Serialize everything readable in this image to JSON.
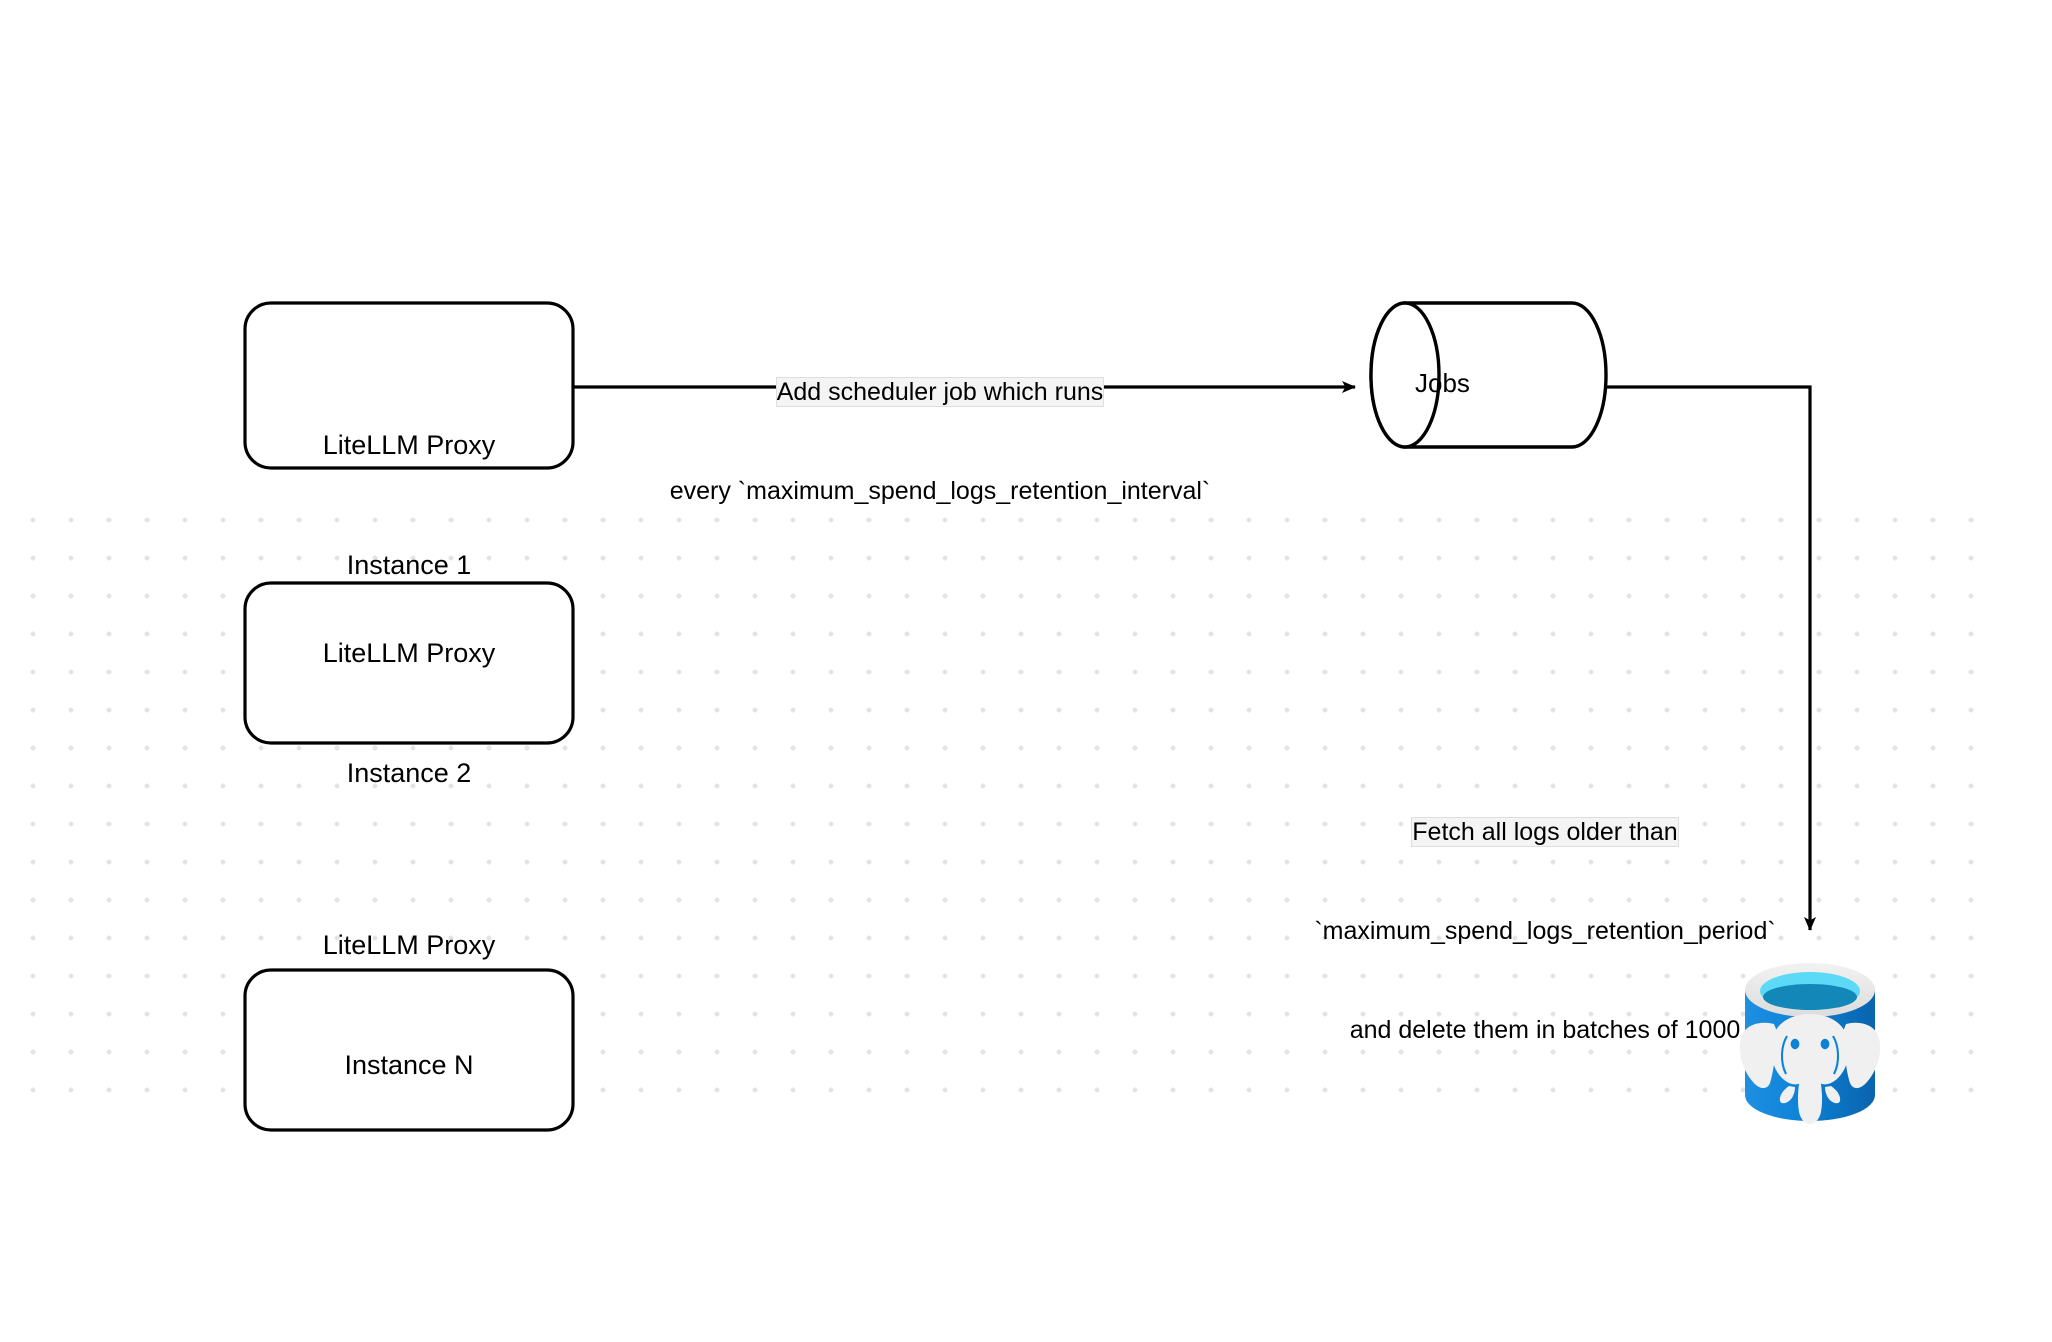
{
  "diagram": {
    "title": "LiteLLM spend logs retention scheduler flow",
    "background": "#ffffff",
    "stroke_color": "#000000",
    "nodes": [
      {
        "id": "proxy-1",
        "shape": "rounded-rectangle",
        "label_line1": "LiteLLM Proxy",
        "label_line2": "Instance 1"
      },
      {
        "id": "proxy-2",
        "shape": "rounded-rectangle",
        "label_line1": "LiteLLM Proxy",
        "label_line2": "Instance 2"
      },
      {
        "id": "proxy-n",
        "shape": "rounded-rectangle",
        "label_line1": "LiteLLM Proxy",
        "label_line2": "Instance N"
      },
      {
        "id": "jobs",
        "shape": "cylinder",
        "label": "Jobs"
      },
      {
        "id": "postgres",
        "shape": "database-icon",
        "icon": "postgresql-elephant-icon"
      }
    ],
    "edges": [
      {
        "id": "edge-scheduler",
        "from": "proxy-1",
        "to": "jobs",
        "label_line1": "Add scheduler job which runs",
        "label_line2": "every `maximum_spend_logs_retention_interval`",
        "highlight_line1_prefix": "Add scheduler"
      },
      {
        "id": "edge-delete",
        "from": "jobs",
        "to": "postgres",
        "label_line1": "Fetch all logs older than",
        "label_line2": "`maximum_spend_logs_retention_period`",
        "label_line3": "and delete them in batches of 1000",
        "highlight_line1": "Fetch all logs older than",
        "batch_size": 1000
      }
    ],
    "colors": {
      "postgres_body": "#0d8ddb",
      "postgres_body_dark": "#0b6fb8",
      "postgres_rim": "#e8e8e8",
      "postgres_top_cyan": "#5bd9f7",
      "postgres_top_fill": "#1287b8",
      "postgres_elephant": "#f0f0f0",
      "grid_dot": "#e4e4e6",
      "selection_highlight": "#f4f4f4"
    }
  }
}
